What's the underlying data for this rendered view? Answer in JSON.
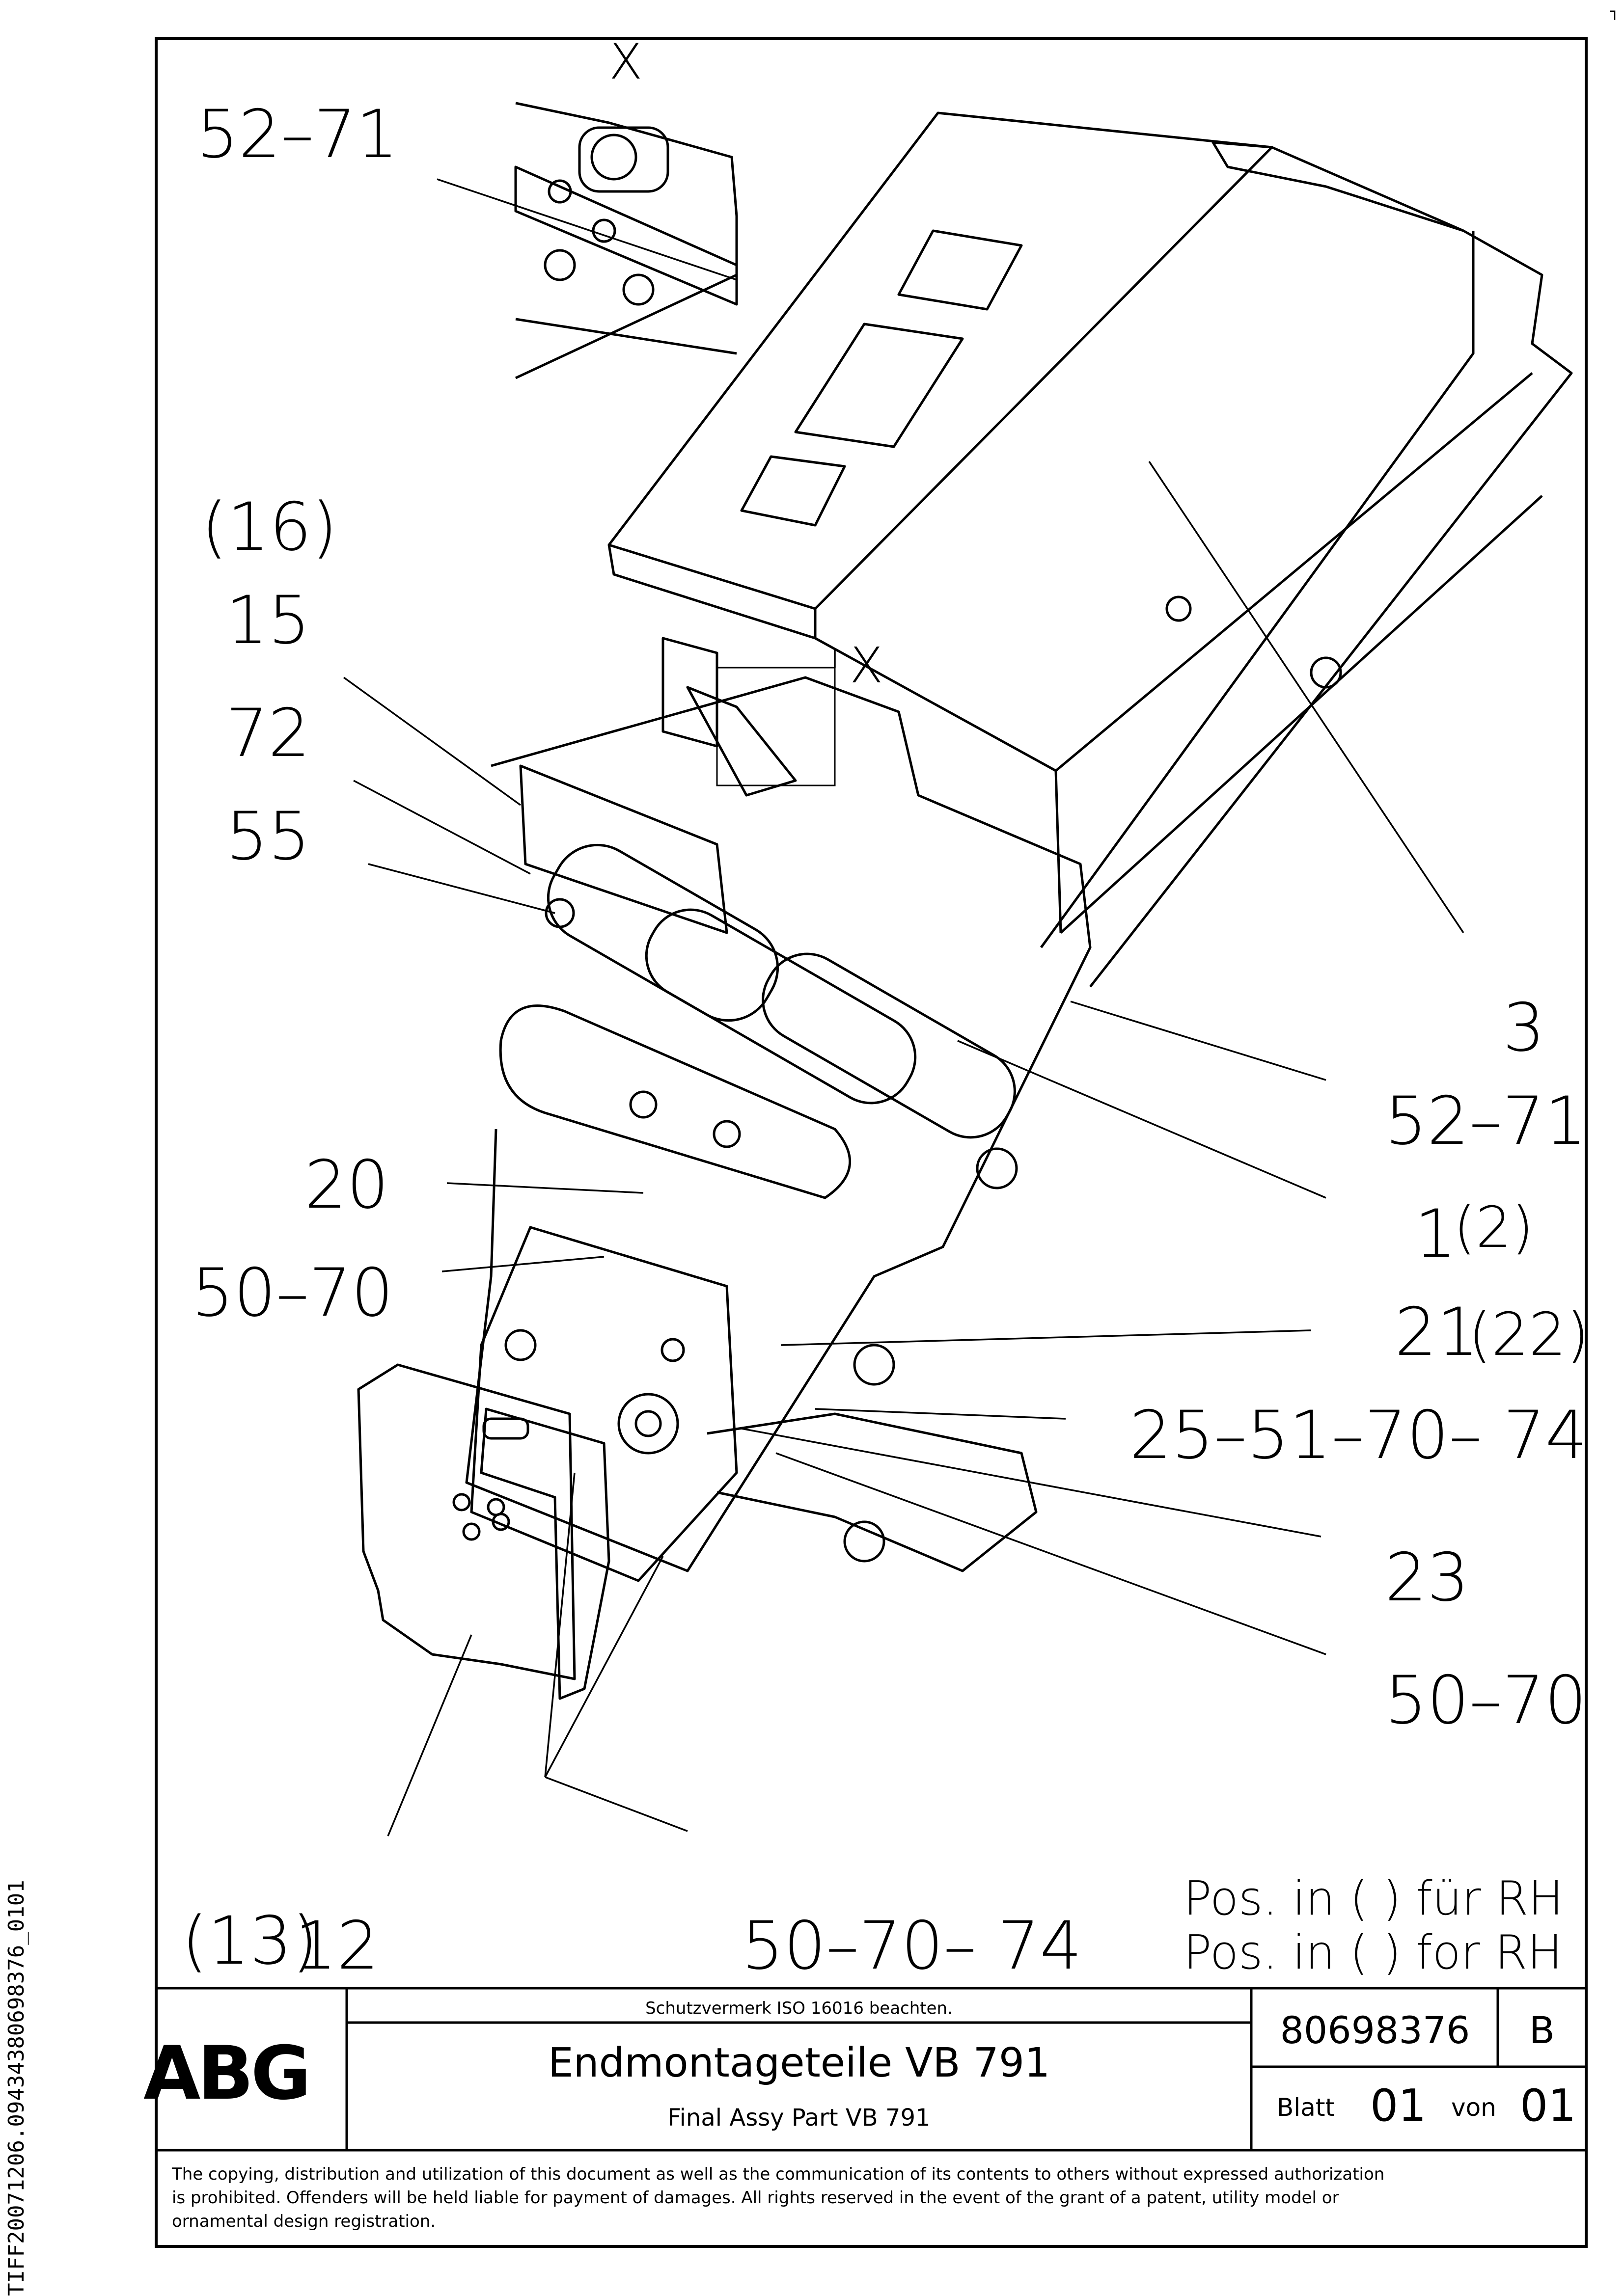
{
  "drawing": {
    "view_marker_top": "X",
    "view_marker_detail": "X",
    "callouts": {
      "c1": "52–71",
      "c2": "(16)",
      "c3": "15",
      "c4": "72",
      "c5": "55",
      "c6": "3",
      "c7": "52–71",
      "c8_main": "1",
      "c8_paren": "(2)",
      "c9": "20",
      "c10": "50–70",
      "c11_main": "21",
      "c11_paren": "(22)",
      "c12": "25–51–70– 74",
      "c13": "23",
      "c14": "50–70",
      "c15_paren": "(13)",
      "c15_main": "12",
      "c16": "50–70– 74"
    },
    "note_line1": "Pos. in ( ) für RH",
    "note_line2": "Pos. in ( ) for RH"
  },
  "title_block": {
    "logo": "ABG",
    "protection_note": "Schutzvermerk ISO 16016 beachten.",
    "title_de": "Endmontageteile VB 791",
    "title_en": "Final Assy Part VB 791",
    "drawing_number": "80698376",
    "revision": "B",
    "sheet_label": "Blatt",
    "sheet_number": "01",
    "of_label": "von",
    "sheet_total": "01"
  },
  "copyright": {
    "line1": "The copying, distribution and utilization of this document as well as the communication of its contents to others without expressed authorization",
    "line2": "is prohibited. Offenders will be held liable for payment of damages. All rights reserved in the event of the grant of a patent, utility model or",
    "line3": "ornamental design registration."
  },
  "side_id": "TIFF20071206.094343806983​76_0101",
  "corner_mark": "┐"
}
